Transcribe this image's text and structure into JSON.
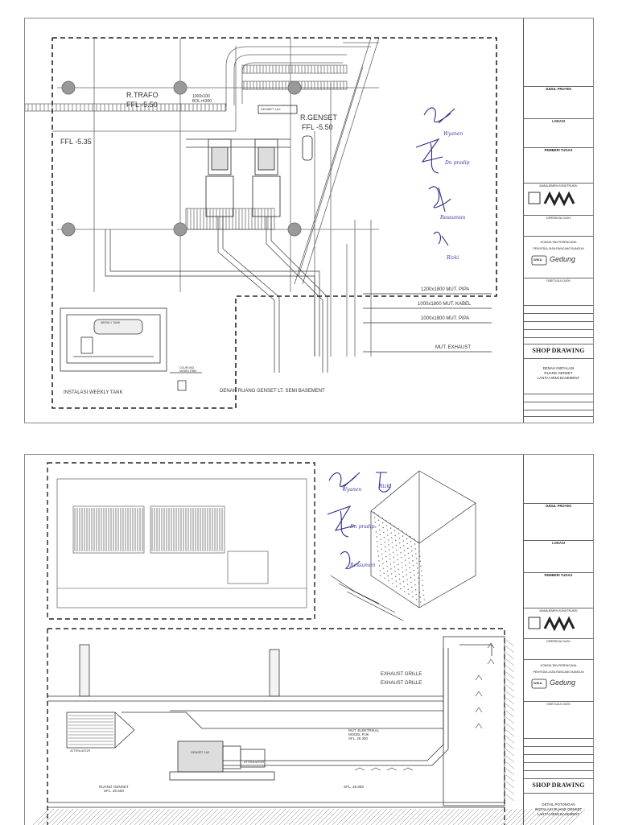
{
  "sheet1": {
    "labels": {
      "r_trafo": "R.TRAFO",
      "ffl_550": "FFL -5.50",
      "r_genset": "R.GENSET",
      "ffl_550b": "FFL -5.50",
      "ffl_535": "FFL -5.35",
      "bol": "1000x100\nBOL+4300",
      "genset12": "GENSET 1&2",
      "pipa1": "1200x1800 MUT. PIPA",
      "kabel": "1000x1800 MUT. KABEL",
      "pipa2": "1000x1800 MUT. PIPA",
      "exhaust": "MUT. EXHAUST",
      "weekly_tank": "INSTALASI WEEKLY TANK",
      "denah": "DENAH RUANG GENSET LT. SEMI BASEMENT",
      "coupling": "COUPLING\nMODEL EBM",
      "weekly_tank_small": "WEEKLY TANK"
    },
    "handwriting": [
      "Wyanen",
      "Dn pradip",
      "Ressuman",
      "Rizki"
    ],
    "title_block": {
      "judul_proyek": "JUDUL PROYEK",
      "lokasi": "LOKASI",
      "pemberi_tugas": "PEMBERI TUGAS",
      "manajemen_konstruksi": "MANAJEMEN KONSTRUKSI",
      "diperiksa": "DIPERIKSA OLEH",
      "konsultan": "KONSULTAN PERENCANA",
      "penyedia": "PENYEDIA JASA RANCANG BANGUN",
      "disetujui": "DISETUJUI OLEH",
      "shop_drawing": "SHOP DRAWING",
      "judul_gambar": "DENAH INSTALASI\nRUANG GENSET\nLANTAI SEMI BASEMENT",
      "gedung": "Gedung",
      "wika": "WIKA"
    }
  },
  "sheet2": {
    "labels": {
      "exhaust_grille1": "EXHAUST GRILLE",
      "exhaust_grille2": "EXHAUST GRILLE",
      "mut_elektrikal": "MUT. ELEKTRIKAL\nMODEL PUK\nSFL. 25.300",
      "ruang_genset": "RUANG GENSET\nSFL. 25.500",
      "sfl": "SFL. 25.680",
      "attenuator1": "ATTENUATOR",
      "attenuator2": "ATTENUATOR",
      "genset12": "GENSET 1&2"
    },
    "handwriting": [
      "Wyanen",
      "Rizki",
      "Dn pradip",
      "Ressuman"
    ],
    "title_block": {
      "judul_proyek": "JUDUL PROYEK",
      "lokasi": "LOKASI",
      "pemberi_tugas": "PEMBERI TUGAS",
      "manajemen_konstruksi": "MANAJEMEN KONSTRUKSI",
      "diperiksa": "DIPERIKSA OLEH",
      "konsultan": "KONSULTAN PERENCANA",
      "penyedia": "PENYEDIA JASA RANCANG BANGUN",
      "disetujui": "DISETUJUI OLEH",
      "shop_drawing": "SHOP DRAWING",
      "judul_gambar": "DETAIL POTONGAN\nINSTALASI RUANG GENSET\nLANTAI SEMI BASEMENT",
      "gedung": "Gedung",
      "wika": "WIKA"
    }
  }
}
